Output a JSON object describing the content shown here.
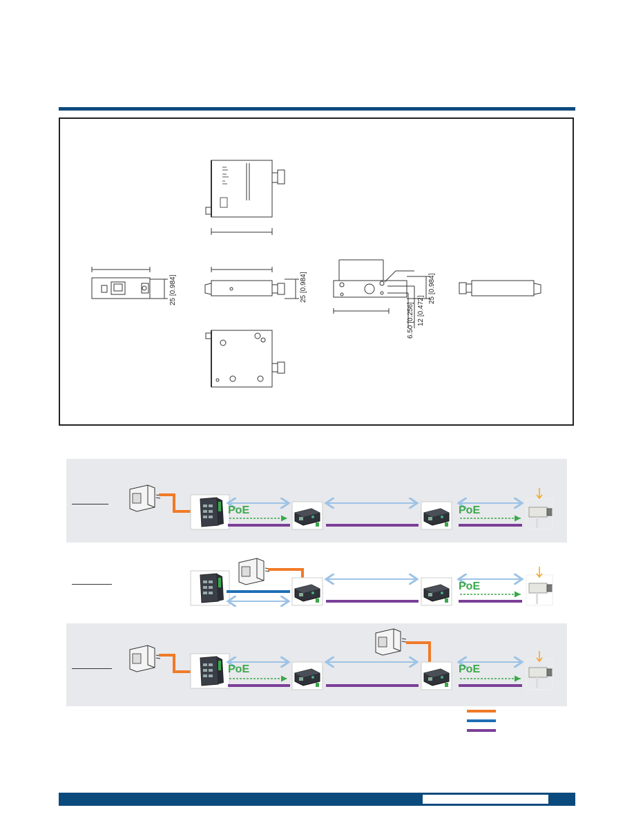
{
  "dimensions": {
    "front_height": "25 [0.984]",
    "side_height": "25 [0.984]",
    "rear_height": "25 [0.984]",
    "rear_offset_1": "6.50 [0.256]",
    "rear_offset_2": "12 [0.472]"
  },
  "diagram": {
    "poe_label": "PoE",
    "legend_colors": {
      "power": "#f07a28",
      "data": "#1f6fb5",
      "combined": "#7b3f98",
      "link": "#9dc3e6",
      "poe_green": "#3aa84a",
      "alert": "#f5a623"
    }
  }
}
